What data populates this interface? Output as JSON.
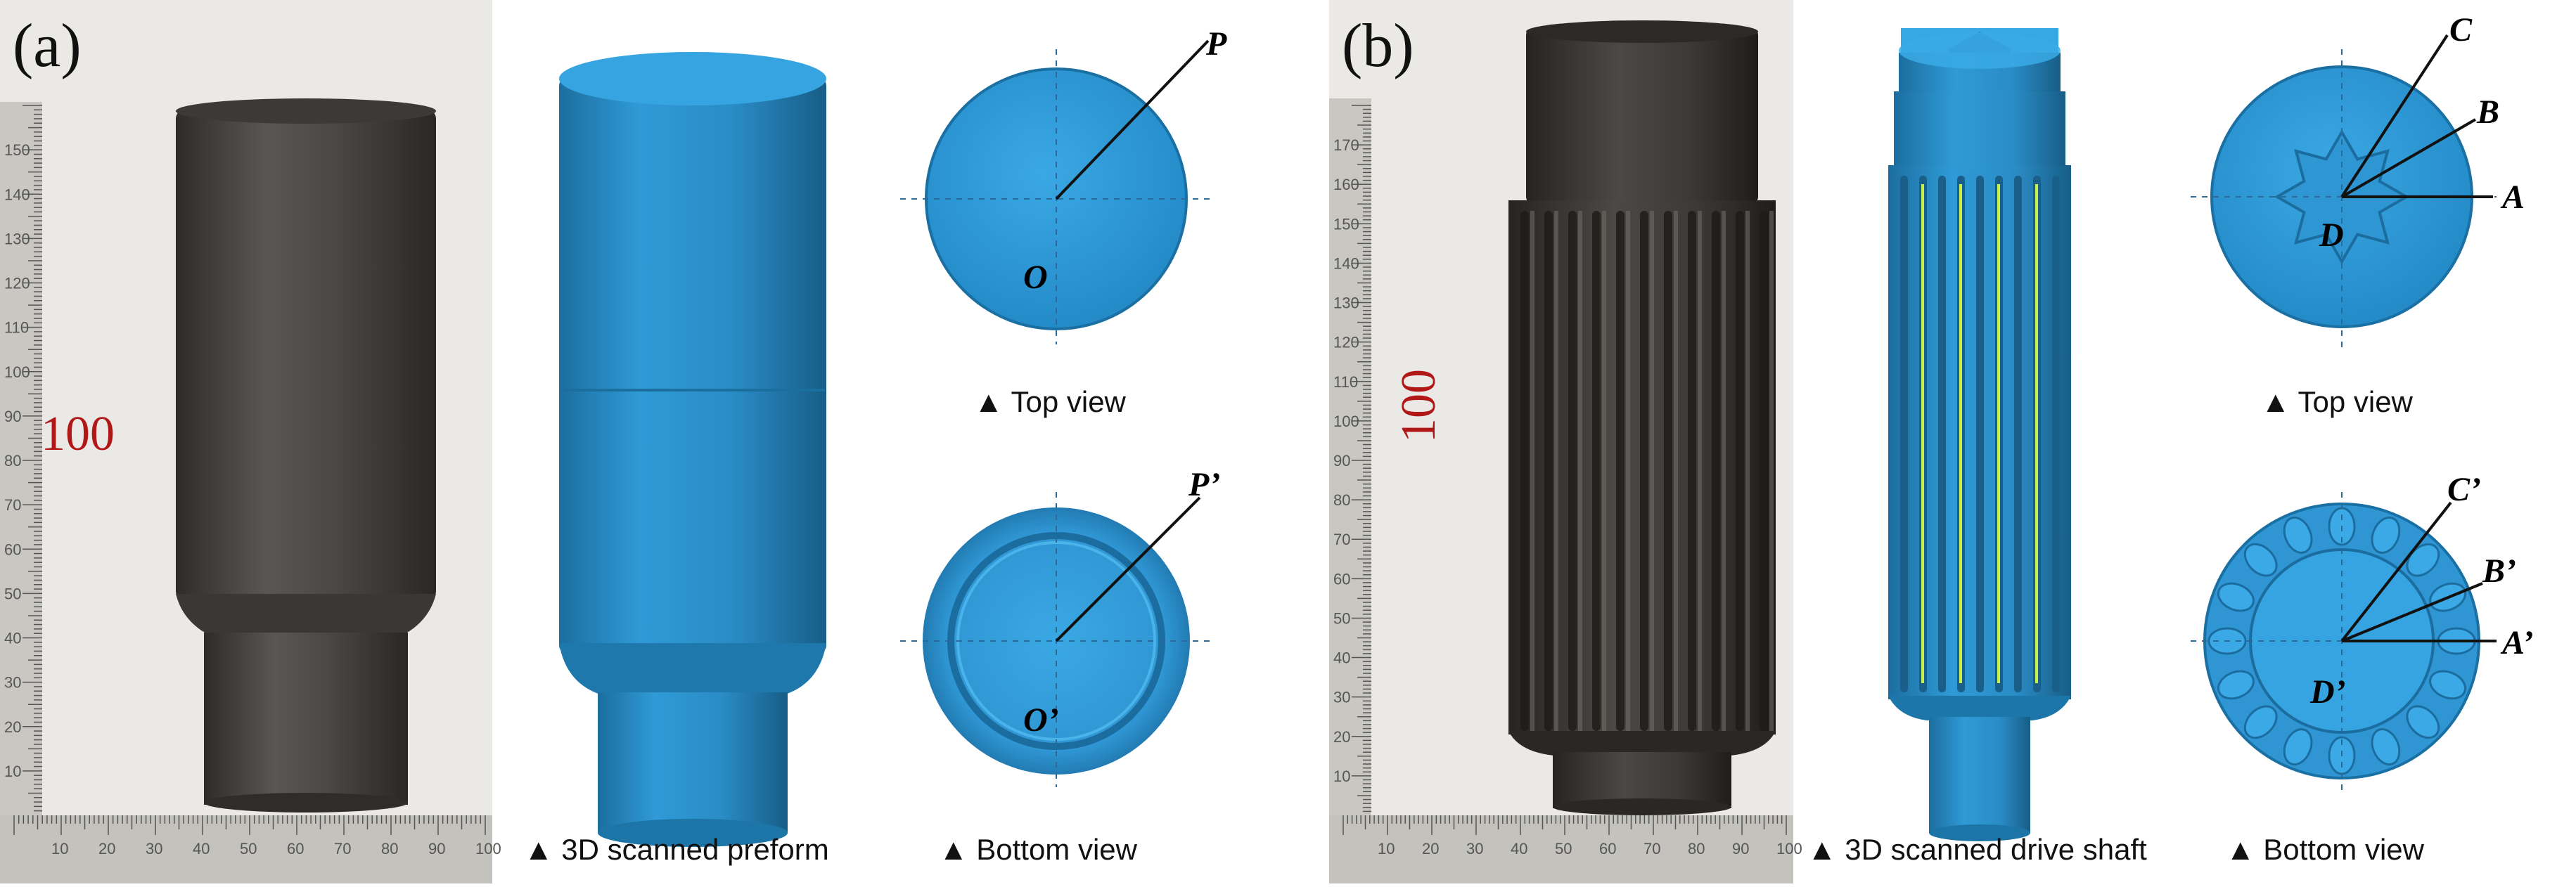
{
  "panel_a": {
    "tag": "(a)",
    "labels": {
      "center": "O",
      "point": "P",
      "center_bottom": "O’",
      "point_bottom": "P’"
    },
    "captions": {
      "scan": "▲ 3D scanned preform",
      "top": "▲ Top view",
      "bottom": "▲ Bottom view"
    },
    "ruler_marks_vertical": [
      "150",
      "140",
      "130",
      "120",
      "110",
      "100",
      "90",
      "80",
      "70",
      "60",
      "50",
      "40",
      "30",
      "20",
      "10"
    ],
    "ruler_marks_horizontal": [
      "10",
      "20",
      "30",
      "40",
      "50",
      "60",
      "70",
      "80",
      "90",
      "100"
    ]
  },
  "panel_b": {
    "tag": "(b)",
    "labels": {
      "a": "A",
      "b": "B",
      "c": "C",
      "d": "D",
      "a_bottom": "A’",
      "b_bottom": "B’",
      "c_bottom": "C’",
      "d_bottom": "D’"
    },
    "captions": {
      "scan": "▲ 3D scanned drive shaft",
      "top": "▲ Top view",
      "bottom": "▲ Bottom view"
    },
    "ruler_marks_vertical": [
      "170",
      "160",
      "150",
      "140",
      "130",
      "120",
      "110",
      "100",
      "90",
      "80",
      "70",
      "60",
      "50",
      "40",
      "30",
      "20",
      "10"
    ],
    "ruler_marks_horizontal": [
      "10",
      "20",
      "30",
      "40",
      "50",
      "60",
      "70",
      "80",
      "90",
      "100"
    ]
  },
  "colors": {
    "scan_blue": "#2f9ad6",
    "scan_blue_dark": "#1f73a8",
    "steel": "#4a4744",
    "ruler": "#bfbdb8",
    "highlight_green": "#c8f04a"
  }
}
